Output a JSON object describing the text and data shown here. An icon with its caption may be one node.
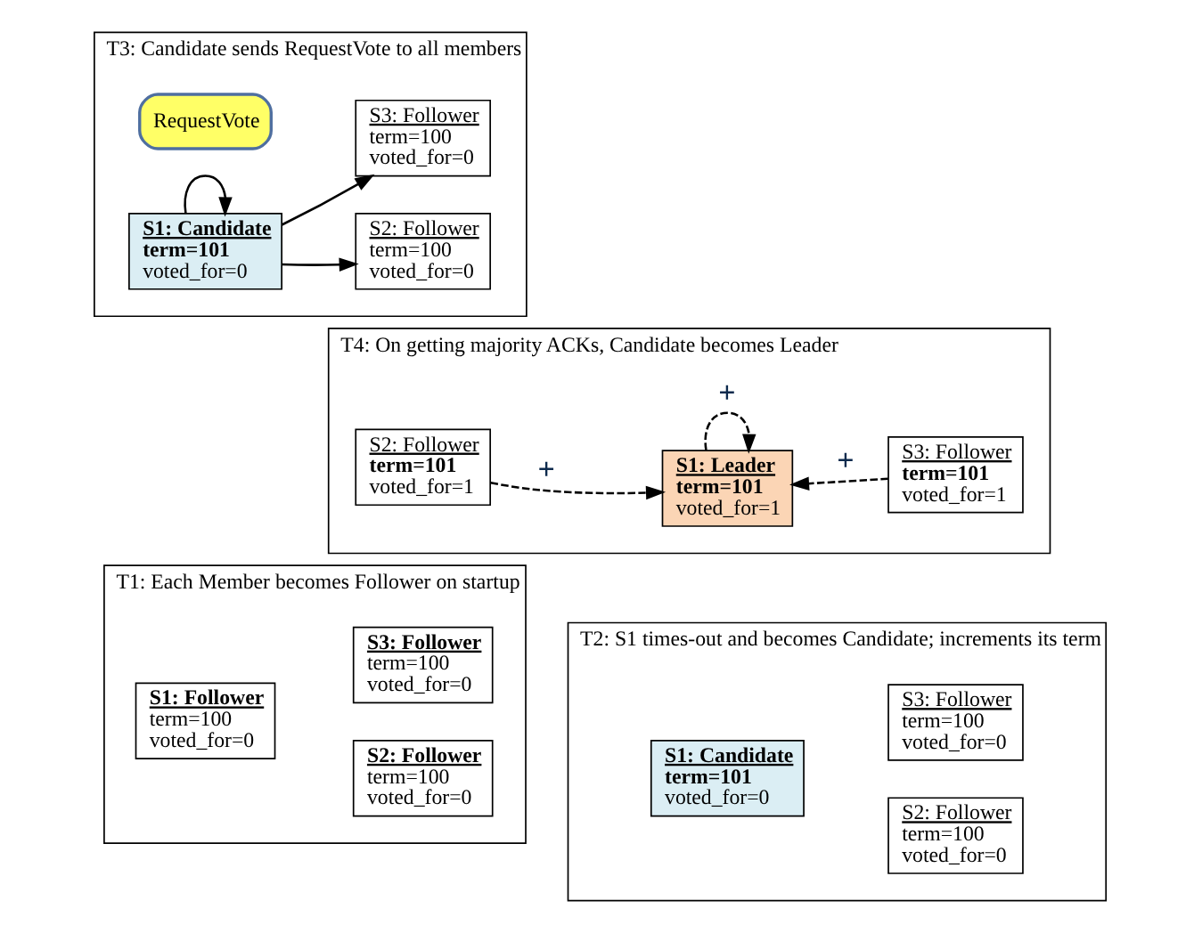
{
  "diagram": {
    "nodes": [
      {
        "text": [
          "T1: Each Member becomes Follower on startup"
        ]
      },
      {
        "text": [
          "S2: Follower",
          "term=100",
          "voted_for=0"
        ],
        "in": 0
      },
      {
        "text": [
          "S1: Follower",
          "term=100",
          "voted_for=0"
        ],
        "in": 0
      },
      {
        "text": [
          "S3: Follower",
          "term=100",
          "voted_for=0"
        ],
        "in": 0
      },
      {
        "text": [
          "T2: S1 times-out and becomes Candidate; increments its term"
        ]
      },
      {
        "text": [
          "S2: Follower",
          "term=100",
          "voted_for=0"
        ],
        "in": 4
      },
      {
        "text": [
          "S1: Candidate",
          "term=101",
          "voted_for=0"
        ],
        "in": 4
      },
      {
        "text": [
          "S3: Follower",
          "term=100",
          "voted_for=0"
        ],
        "in": 4
      },
      {
        "text": [
          "T3: Candidate sends RequestVote to all members"
        ]
      },
      {
        "text": [
          "RequestVote"
        ],
        "in": 8
      },
      {
        "text": [
          "S2: Follower",
          "term=100",
          "voted_for=0"
        ],
        "in": 8
      },
      {
        "text": [
          "S1: Candidate",
          "term=101",
          "voted_for=0"
        ],
        "in": 8
      },
      {
        "text": [
          "S3: Follower",
          "term=100",
          "voted_for=0"
        ],
        "in": 8
      },
      {
        "text": [
          "T4: On getting majority ACKs, Candidate becomes Leader"
        ]
      },
      {
        "text": [
          "S2: Follower",
          "term=101",
          "voted_for=1"
        ],
        "in": 13
      },
      {
        "text": [
          "S1: Leader",
          "term=101",
          "voted_for=1"
        ],
        "in": 13
      },
      {
        "text": [
          "S3: Follower",
          "term=101",
          "voted_for=1"
        ],
        "in": 13
      }
    ],
    "edges": [
      {
        "from": 11,
        "to": 11,
        "arrow": "to"
      },
      {
        "from": 11,
        "to": 10,
        "arrow": "to"
      },
      {
        "from": 11,
        "to": 12,
        "arrow": "to"
      },
      {
        "from": 15,
        "to": 15,
        "arrow": "to",
        "style": "dashed",
        "label": "+"
      },
      {
        "from": 14,
        "to": 15,
        "arrow": "to",
        "style": "dashed",
        "label": "+"
      },
      {
        "from": 16,
        "to": 15,
        "arrow": "to",
        "style": "dashed",
        "label": "+"
      }
    ]
  }
}
